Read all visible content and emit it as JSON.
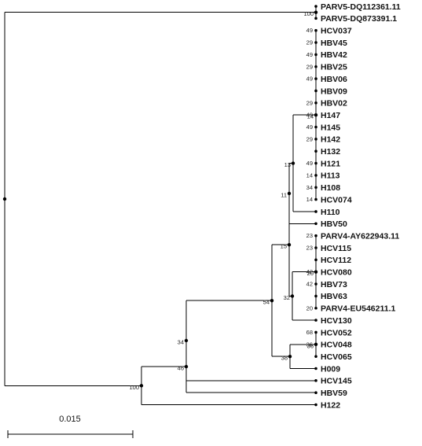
{
  "tree": {
    "children": [
      {
        "support": "100",
        "children": [
          {
            "label": "PARV5-DQ112361.11"
          },
          {
            "label": "PARV5-DQ873391.1"
          }
        ]
      },
      {
        "support": "100",
        "children": [
          {
            "support": "46",
            "children": [
              {
                "support": "34",
                "children": [
                  {
                    "support": "54",
                    "children": [
                      {
                        "support": "15",
                        "children": [
                          {
                            "support": "11",
                            "children": [
                              {
                                "support": "13",
                                "children": [
                                  {
                                    "support": "14",
                                    "children": [
                                      {
                                        "label": "HCV037",
                                        "support": "49"
                                      },
                                      {
                                        "label": "HBV45",
                                        "support": "29"
                                      },
                                      {
                                        "label": "HBV42",
                                        "support": "49"
                                      },
                                      {
                                        "label": "HBV25",
                                        "support": "29"
                                      },
                                      {
                                        "label": "HBV06",
                                        "support": "49"
                                      },
                                      {
                                        "label": "HBV09"
                                      },
                                      {
                                        "label": "HBV02",
                                        "support": "29"
                                      },
                                      {
                                        "label": "H147",
                                        "support": "49"
                                      },
                                      {
                                        "label": "H145",
                                        "support": "49"
                                      },
                                      {
                                        "label": "H142",
                                        "support": "29"
                                      },
                                      {
                                        "label": "H132"
                                      },
                                      {
                                        "label": "H121",
                                        "support": "49"
                                      },
                                      {
                                        "label": "H113",
                                        "support": "14"
                                      },
                                      {
                                        "label": "H108",
                                        "support": "34"
                                      },
                                      {
                                        "label": "HCV074",
                                        "support": "14"
                                      }
                                    ]
                                  },
                                  {
                                    "label": "H110"
                                  }
                                ]
                              },
                              {
                                "label": "HBV50"
                              }
                            ]
                          },
                          {
                            "support": "32",
                            "children": [
                              {
                                "support": "20",
                                "children": [
                                  {
                                    "label": "PARV4-AY622943.11",
                                    "support": "23"
                                  },
                                  {
                                    "label": "HCV115",
                                    "support": "23"
                                  },
                                  {
                                    "label": "HCV112"
                                  },
                                  {
                                    "label": "HCV080",
                                    "support": "42"
                                  },
                                  {
                                    "label": "HBV73",
                                    "support": "42"
                                  },
                                  {
                                    "label": "HBV63"
                                  },
                                  {
                                    "label": "PARV4-EU546211.1",
                                    "support": "20"
                                  }
                                ]
                              },
                              {
                                "label": "HCV130"
                              }
                            ]
                          }
                        ]
                      },
                      {
                        "support": "38",
                        "children": [
                          {
                            "support": "36",
                            "children": [
                              {
                                "label": "HCV052",
                                "support": "68"
                              },
                              {
                                "label": "HCV048",
                                "support": "36"
                              },
                              {
                                "label": "HCV065"
                              }
                            ]
                          },
                          {
                            "label": "H009"
                          }
                        ]
                      }
                    ]
                  },
                  {
                    "label": "HCV145"
                  }
                ]
              },
              {
                "label": "HBV59"
              }
            ]
          },
          {
            "label": "H122"
          }
        ]
      }
    ]
  },
  "scale_bar": {
    "label": "0.015"
  },
  "colors": {
    "branch": "#000000",
    "text": "#111111"
  }
}
